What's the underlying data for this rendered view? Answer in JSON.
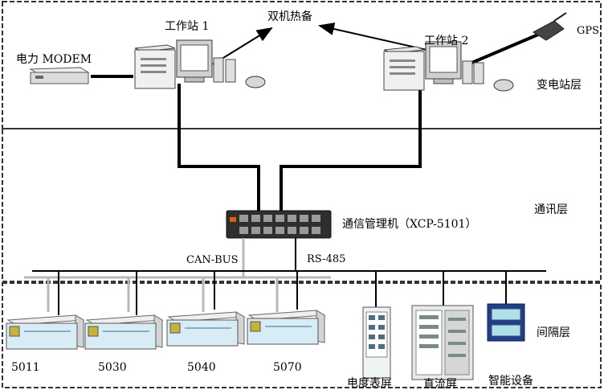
{
  "layers": {
    "substation": "变电站层",
    "communication": "通讯层",
    "bay": "间隔层"
  },
  "station_layer": {
    "workstation1": "工作站 1",
    "workstation2": "工作站 2",
    "hot_standby": "双机热备",
    "modem": "电力 MODEM",
    "gps": "GPS"
  },
  "comm_layer": {
    "manager": "通信管理机（XCP-5101）",
    "can_bus": "CAN-BUS",
    "rs485": "RS-485"
  },
  "bay_layer": {
    "units": [
      "5011",
      "5030",
      "5040",
      "5070"
    ],
    "meter_screen": "电度表屏",
    "dc_screen": "直流屏",
    "smart_device": "智能设备"
  },
  "colors": {
    "frame": "#333333",
    "bus": "#000000",
    "can_line": "#b8b8b8",
    "device_panel": "#d8ecf5",
    "device_side": "#d4d4d4"
  }
}
